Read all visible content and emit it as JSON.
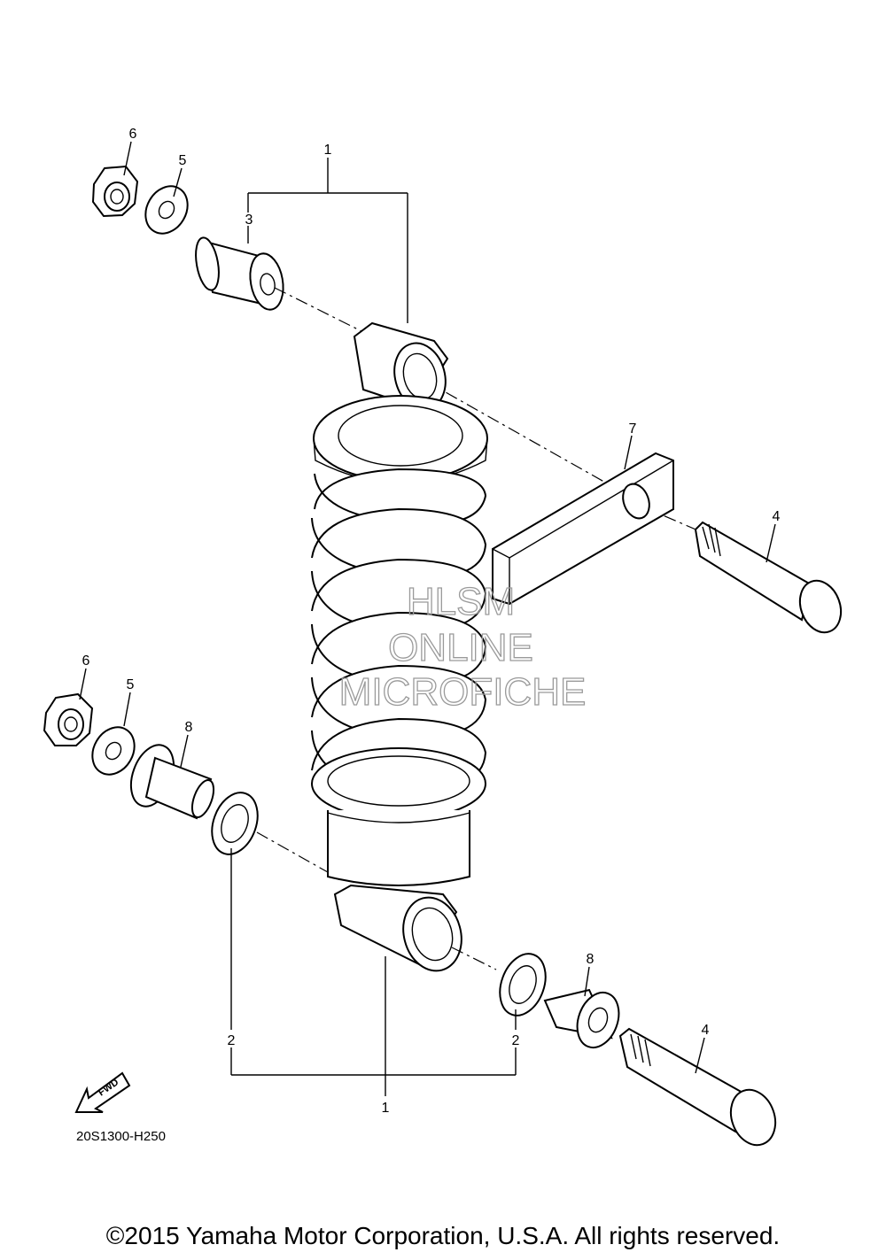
{
  "diagram": {
    "callouts": {
      "upper_nut": "6",
      "upper_washer": "5",
      "upper_shock_bracket": "1",
      "upper_collar": "3",
      "bracket": "7",
      "upper_bolt": "4",
      "lower_nut": "6",
      "lower_washer": "5",
      "lower_collar_left": "8",
      "lower_seal_left": "2",
      "lower_seal_right": "2",
      "lower_collar_right": "8",
      "lower_bolt": "4",
      "lower_shock_bracket": "1"
    },
    "fwd_label": "FWD",
    "drawing_code": "20S1300-H250",
    "watermark": [
      "HLSM",
      "ONLINE",
      "MICROFICHE"
    ]
  },
  "footer": {
    "copyright": "©2015 Yamaha Motor Corporation, U.S.A. All rights reserved."
  }
}
